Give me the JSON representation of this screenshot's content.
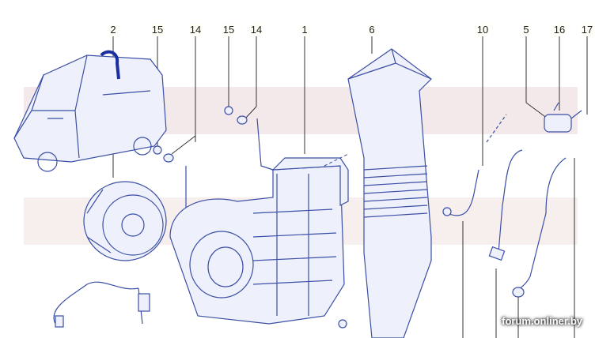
{
  "callouts": [
    {
      "label": "2"
    },
    {
      "label": "15"
    },
    {
      "label": "14"
    },
    {
      "label": "15"
    },
    {
      "label": "14"
    },
    {
      "label": "1"
    },
    {
      "label": "6"
    },
    {
      "label": "10"
    },
    {
      "label": "5"
    },
    {
      "label": "16"
    },
    {
      "label": "17"
    }
  ],
  "watermark": "forum.onliner.by",
  "colors": {
    "line": "#3b4fa6",
    "background_watermark": "#f3e6e8"
  }
}
